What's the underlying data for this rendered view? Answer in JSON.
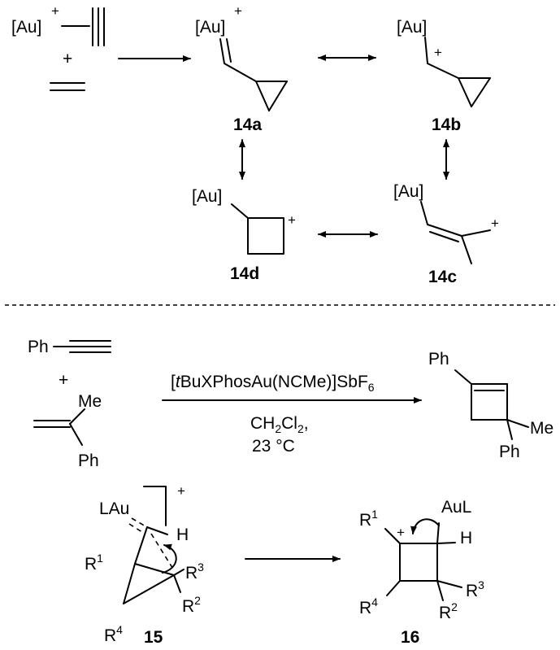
{
  "labels": {
    "au": "[Au]",
    "plus": "+",
    "lau": "LAu",
    "aul": "AuL",
    "h": "H",
    "ph": "Ph",
    "me": "Me",
    "r": "R",
    "one": "1",
    "two": "2",
    "three": "3",
    "four": "4"
  },
  "compounds": {
    "c14a": "14a",
    "c14b": "14b",
    "c14c": "14c",
    "c14d": "14d",
    "c15": "15",
    "c16": "16"
  },
  "conditions": {
    "catalyst_prefix": "[",
    "catalyst_italic": "t",
    "catalyst_main": "BuXPhosAu(NCMe)]SbF",
    "catalyst_sub": "6",
    "solvent_a": "CH",
    "solvent_sub1": "2",
    "solvent_b": "Cl",
    "solvent_sub2": "2",
    "solvent_c": ",",
    "temperature": "23 °C"
  }
}
